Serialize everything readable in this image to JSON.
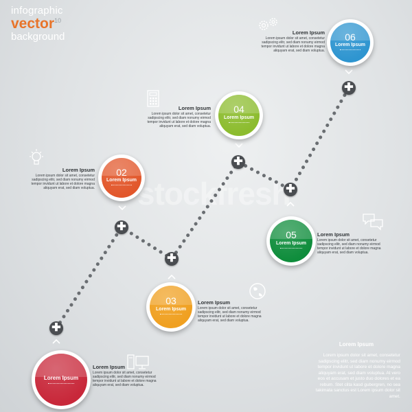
{
  "brand": {
    "line1": "infographic",
    "line2": "vector",
    "line2_sup": "10",
    "line3": "background"
  },
  "watermark": "stockfresh",
  "colors": {
    "red": "#c8283a",
    "orange": "#e2572b",
    "yellow": "#f0a020",
    "lime": "#8cbc2e",
    "green": "#0f8d3c",
    "blue": "#2e95d0",
    "connector": "#6a6e72"
  },
  "steps": [
    {
      "id": "01",
      "label": "",
      "caption": "Lorem Ipsum",
      "color": "red"
    },
    {
      "id": "02",
      "label": "02",
      "caption": "Lorem Ipsum",
      "color": "orange"
    },
    {
      "id": "03",
      "label": "03",
      "caption": "Lorem Ipsum",
      "color": "yellow"
    },
    {
      "id": "04",
      "label": "04",
      "caption": "Lorem Ipsum",
      "color": "lime"
    },
    {
      "id": "05",
      "label": "05",
      "caption": "Lorem Ipsum",
      "color": "green"
    },
    {
      "id": "06",
      "label": "06",
      "caption": "Lorem Ipsum",
      "color": "blue"
    }
  ],
  "texts": [
    {
      "heading": "Lorem Ipsum",
      "body": "Lorem ipsum dolor sit amet, consetetur sadipscing elitr, sed diam nonumy eirmod tempor invidunt ut labore et dolore magna aliquyam erat, sed diam voluptua."
    },
    {
      "heading": "Lorem Ipsum",
      "body": "Lorem ipsum dolor sit amet, consetetur sadipscing elitr, sed diam nonumy eirmod tempor invidunt ut labore et dolore magna aliquyam erat, sed diam voluptua."
    },
    {
      "heading": "Lorem Ipsum",
      "body": "Lorem ipsum dolor sit amet, consetetur sadipscing elitr, sed diam nonumy eirmod tempor invidunt ut labore et dolore magna aliquyam erat, sed diam voluptua."
    },
    {
      "heading": "Lorem Ipsum",
      "body": "Lorem ipsum dolor sit amet, consetetur sadipscing elitr, sed diam nonumy eirmod tempor invidunt ut labore et dolore magna aliquyam erat, sed diam voluptua."
    },
    {
      "heading": "Lorem Ipsum",
      "body": "Lorem ipsum dolor sit amet, consetetur sadipscing elitr, sed diam nonumy eirmod tempor invidunt ut labore et dolore magna aliquyam erat, sed diam voluptua."
    },
    {
      "heading": "Lorem Ipsum",
      "body": "Lorem ipsum dolor sit amet, consetetur sadipscing elitr, sed diam nonumy eirmod tempor invidunt ut labore et dolore magna aliquyam erat, sed diam voluptua."
    }
  ],
  "paragraph": {
    "heading": "Lorem Ipsum",
    "body": "Lorem ipsum dolor sit amet, consetetur sadipscing elitr, sed diam nonumy eirmod tempor invidunt ut labore et dolore magna aliquyam erat, sed diam voluptua. At vero eos et accusam et justo duo dolores et ea rebum. Stet clita kasd gubergren, no sea takimata sanctus est Lorem ipsum dolor sit amet."
  },
  "icons": [
    "computer-icon",
    "lightbulb-icon",
    "globe-icon",
    "calculator-icon",
    "speech-bubbles-icon",
    "gears-icon"
  ],
  "plus_symbol": "✚"
}
